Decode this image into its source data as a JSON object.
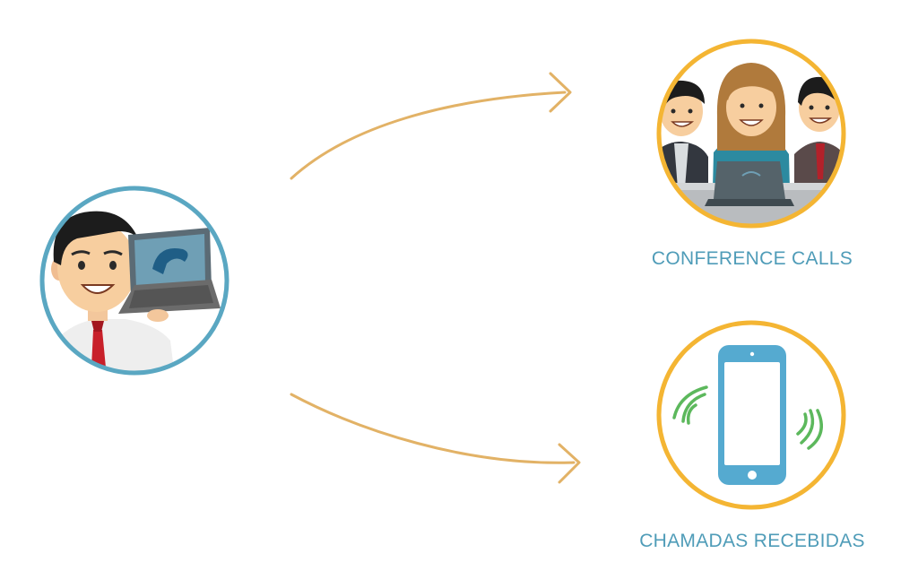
{
  "diagram": {
    "nodes": [
      {
        "id": "user",
        "icon": "man-with-laptop-icon",
        "label": ""
      },
      {
        "id": "conference",
        "icon": "conference-team-icon",
        "label": "CONFERENCE CALLS"
      },
      {
        "id": "calls",
        "icon": "ringing-phone-icon",
        "label": "CHAMADAS RECEBIDAS"
      }
    ],
    "edges": [
      {
        "from": "user",
        "to": "conference"
      },
      {
        "from": "user",
        "to": "calls"
      }
    ]
  },
  "colors": {
    "source_ring": "#5aa7c2",
    "target_ring": "#f4b533",
    "arrow": "#e2b266",
    "label_text": "#4f9cb8",
    "phone": "#55aad0",
    "signal_waves": "#5cb85c"
  }
}
